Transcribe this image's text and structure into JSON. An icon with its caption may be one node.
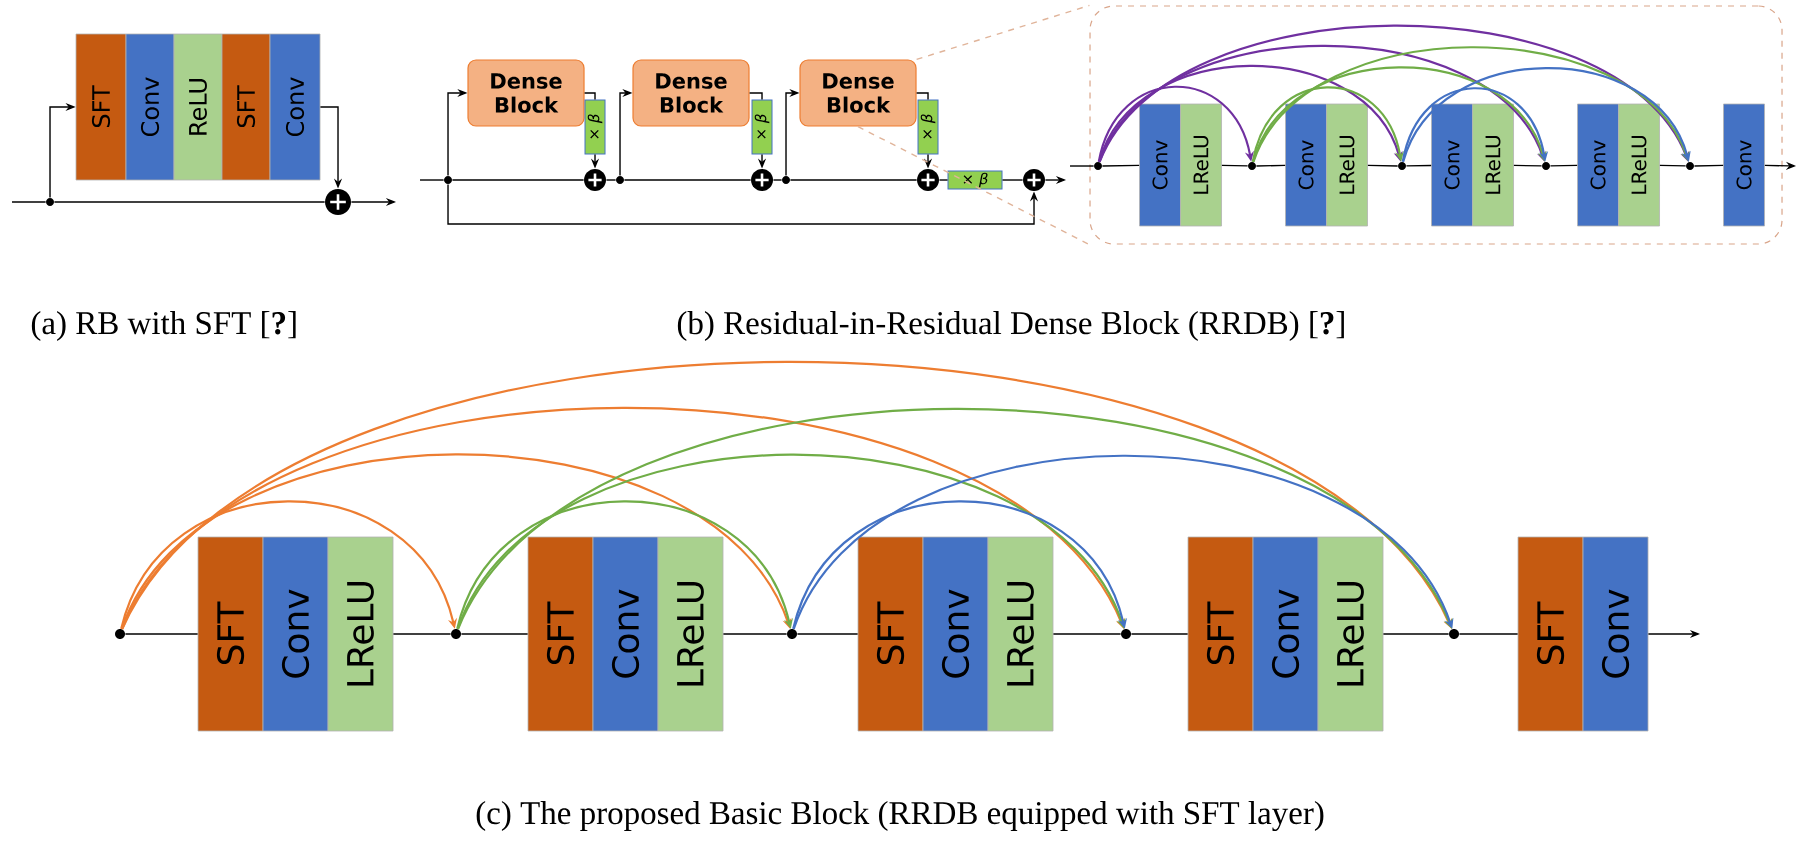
{
  "diagram": {
    "nodes": [
      {
        "text": [
          "SFT"
        ]
      },
      {
        "text": [
          "Conv"
        ]
      },
      {
        "text": [
          "ReLU"
        ]
      },
      {
        "text": [
          "SFT"
        ]
      },
      {
        "text": [
          "Conv"
        ]
      },
      {
        "text": [],
        "shape": "circle"
      },
      {
        "text": [],
        "shape": "circle"
      },
      {
        "text": [],
        "shape": "circle"
      },
      {
        "text": [
          "Dense Block"
        ]
      },
      {
        "text": [
          "× *β*"
        ]
      },
      {
        "text": [],
        "shape": "circle"
      },
      {
        "text": [],
        "shape": "circle"
      },
      {
        "text": [
          "Dense Block"
        ]
      },
      {
        "text": [
          "× *β*"
        ]
      },
      {
        "text": [],
        "shape": "circle"
      },
      {
        "text": [],
        "shape": "circle"
      },
      {
        "text": [
          "Dense Block"
        ]
      },
      {
        "text": [
          "× *β*"
        ]
      },
      {
        "text": [],
        "shape": "circle"
      },
      {
        "text": [
          "× *β*"
        ]
      },
      {
        "text": [],
        "shape": "circle"
      },
      {
        "text": [],
        "shape": "box"
      },
      {
        "text": [],
        "shape": "circle",
        "in": 21
      },
      {
        "text": [
          "Conv"
        ],
        "in": 21
      },
      {
        "text": [
          "LReLU"
        ],
        "in": 21
      },
      {
        "text": [],
        "shape": "circle",
        "in": 21
      },
      {
        "text": [
          "Conv"
        ],
        "in": 21
      },
      {
        "text": [
          "LReLU"
        ],
        "in": 21
      },
      {
        "text": [],
        "shape": "circle",
        "in": 21
      },
      {
        "text": [
          "Conv"
        ],
        "in": 21
      },
      {
        "text": [
          "LReLU"
        ],
        "in": 21
      },
      {
        "text": [],
        "shape": "circle",
        "in": 21
      },
      {
        "text": [
          "Conv"
        ],
        "in": 21
      },
      {
        "text": [
          "LReLU"
        ],
        "in": 21
      },
      {
        "text": [],
        "shape": "circle",
        "in": 21
      },
      {
        "text": [
          "Conv"
        ],
        "in": 21
      },
      {
        "text": [],
        "shape": "circle"
      },
      {
        "text": [
          "SFT"
        ]
      },
      {
        "text": [
          "Conv"
        ]
      },
      {
        "text": [
          "LReLU"
        ]
      },
      {
        "text": [],
        "shape": "circle"
      },
      {
        "text": [
          "SFT"
        ]
      },
      {
        "text": [
          "Conv"
        ]
      },
      {
        "text": [
          "LReLU"
        ]
      },
      {
        "text": [],
        "shape": "circle"
      },
      {
        "text": [
          "SFT"
        ]
      },
      {
        "text": [
          "Conv"
        ]
      },
      {
        "text": [
          "LReLU"
        ]
      },
      {
        "text": [],
        "shape": "circle"
      },
      {
        "text": [
          "SFT"
        ]
      },
      {
        "text": [
          "Conv"
        ]
      },
      {
        "text": [
          "LReLU"
        ]
      },
      {
        "text": [],
        "shape": "circle"
      },
      {
        "text": [
          "SFT"
        ]
      },
      {
        "text": [
          "Conv"
        ]
      }
    ],
    "edges": [
      {
        "from": null,
        "to": 5,
        "arrow": "none"
      },
      {
        "from": 5,
        "to": 0,
        "arrow": "to"
      },
      {
        "from": 4,
        "to": 6,
        "arrow": "to"
      },
      {
        "from": 5,
        "to": 6,
        "arrow": "none"
      },
      {
        "from": 6,
        "to": null,
        "arrow": "to"
      },
      {
        "from": null,
        "to": 7,
        "arrow": "none"
      },
      {
        "from": 7,
        "to": 8,
        "arrow": "to"
      },
      {
        "from": 8,
        "to": 9,
        "arrow": "none"
      },
      {
        "from": 9,
        "to": 10,
        "arrow": "to"
      },
      {
        "from": 7,
        "to": 10,
        "arrow": "none"
      },
      {
        "from": 10,
        "to": 11,
        "arrow": "none"
      },
      {
        "from": 11,
        "to": 12,
        "arrow": "to"
      },
      {
        "from": 12,
        "to": 13,
        "arrow": "none"
      },
      {
        "from": 13,
        "to": 14,
        "arrow": "to"
      },
      {
        "from": 11,
        "to": 14,
        "arrow": "none"
      },
      {
        "from": 14,
        "to": 15,
        "arrow": "none"
      },
      {
        "from": 15,
        "to": 16,
        "arrow": "to"
      },
      {
        "from": 16,
        "to": 17,
        "arrow": "none"
      },
      {
        "from": 17,
        "to": 18,
        "arrow": "to"
      },
      {
        "from": 15,
        "to": 18,
        "arrow": "none"
      },
      {
        "from": 18,
        "to": 19,
        "arrow": "none"
      },
      {
        "from": 19,
        "to": 20,
        "arrow": "none"
      },
      {
        "from": 7,
        "to": 20,
        "arrow": "to"
      },
      {
        "from": 20,
        "to": null,
        "arrow": "to"
      },
      {
        "from": 16,
        "to": 21,
        "arrow": "none",
        "style": "dashed",
        "color": "#e0b49a"
      },
      {
        "from": 16,
        "to": 21,
        "arrow": "none",
        "style": "dashed",
        "color": "#e0b49a"
      },
      {
        "from": null,
        "to": 22,
        "arrow": "none"
      },
      {
        "from": 22,
        "to": 23,
        "arrow": "none"
      },
      {
        "from": 24,
        "to": 25,
        "arrow": "none"
      },
      {
        "from": 25,
        "to": 26,
        "arrow": "none"
      },
      {
        "from": 27,
        "to": 28,
        "arrow": "none"
      },
      {
        "from": 28,
        "to": 29,
        "arrow": "none"
      },
      {
        "from": 30,
        "to": 31,
        "arrow": "none"
      },
      {
        "from": 31,
        "to": 32,
        "arrow": "none"
      },
      {
        "from": 33,
        "to": 34,
        "arrow": "none"
      },
      {
        "from": 34,
        "to": 35,
        "arrow": "none"
      },
      {
        "from": 35,
        "to": null,
        "arrow": "to"
      },
      {
        "from": 22,
        "to": 25,
        "arrow": "to",
        "color": "#7030a0"
      },
      {
        "from": 22,
        "to": 28,
        "arrow": "to",
        "color": "#7030a0"
      },
      {
        "from": 22,
        "to": 31,
        "arrow": "to",
        "color": "#7030a0"
      },
      {
        "from": 22,
        "to": 34,
        "arrow": "to",
        "color": "#7030a0"
      },
      {
        "from": 25,
        "to": 28,
        "arrow": "to",
        "color": "#70ad47"
      },
      {
        "from": 25,
        "to": 31,
        "arrow": "to",
        "color": "#70ad47"
      },
      {
        "from": 25,
        "to": 34,
        "arrow": "to",
        "color": "#70ad47"
      },
      {
        "from": 28,
        "to": 31,
        "arrow": "to",
        "color": "#4472c4"
      },
      {
        "from": 28,
        "to": 34,
        "arrow": "to",
        "color": "#4472c4"
      },
      {
        "from": 36,
        "to": 37,
        "arrow": "none"
      },
      {
        "from": 39,
        "to": 40,
        "arrow": "none"
      },
      {
        "from": 40,
        "to": 41,
        "arrow": "none"
      },
      {
        "from": 43,
        "to": 44,
        "arrow": "none"
      },
      {
        "from": 44,
        "to": 45,
        "arrow": "none"
      },
      {
        "from": 47,
        "to": 48,
        "arrow": "none"
      },
      {
        "from": 48,
        "to": 49,
        "arrow": "none"
      },
      {
        "from": 51,
        "to": 52,
        "arrow": "none"
      },
      {
        "from": 52,
        "to": 53,
        "arrow": "none"
      },
      {
        "from": 54,
        "to": null,
        "arrow": "to"
      },
      {
        "from": 36,
        "to": 40,
        "arrow": "to",
        "color": "#ed7d31"
      },
      {
        "from": 36,
        "to": 44,
        "arrow": "to",
        "color": "#ed7d31"
      },
      {
        "from": 36,
        "to": 48,
        "arrow": "to",
        "color": "#ed7d31"
      },
      {
        "from": 36,
        "to": 52,
        "arrow": "to",
        "color": "#ed7d31"
      },
      {
        "from": 40,
        "to": 44,
        "arrow": "to",
        "color": "#70ad47"
      },
      {
        "from": 40,
        "to": 48,
        "arrow": "to",
        "color": "#70ad47"
      },
      {
        "from": 40,
        "to": 52,
        "arrow": "to",
        "color": "#70ad47"
      },
      {
        "from": 44,
        "to": 48,
        "arrow": "to",
        "color": "#4472c4"
      },
      {
        "from": 44,
        "to": 52,
        "arrow": "to",
        "color": "#4472c4"
      }
    ],
    "labels": [
      "(a) RB with SFT [**?**]",
      "(b) Residual-in-Residual Dense Block (RRDB) [**?**]",
      "(c) The proposed Basic Block (RRDB equipped with SFT layer)"
    ]
  }
}
